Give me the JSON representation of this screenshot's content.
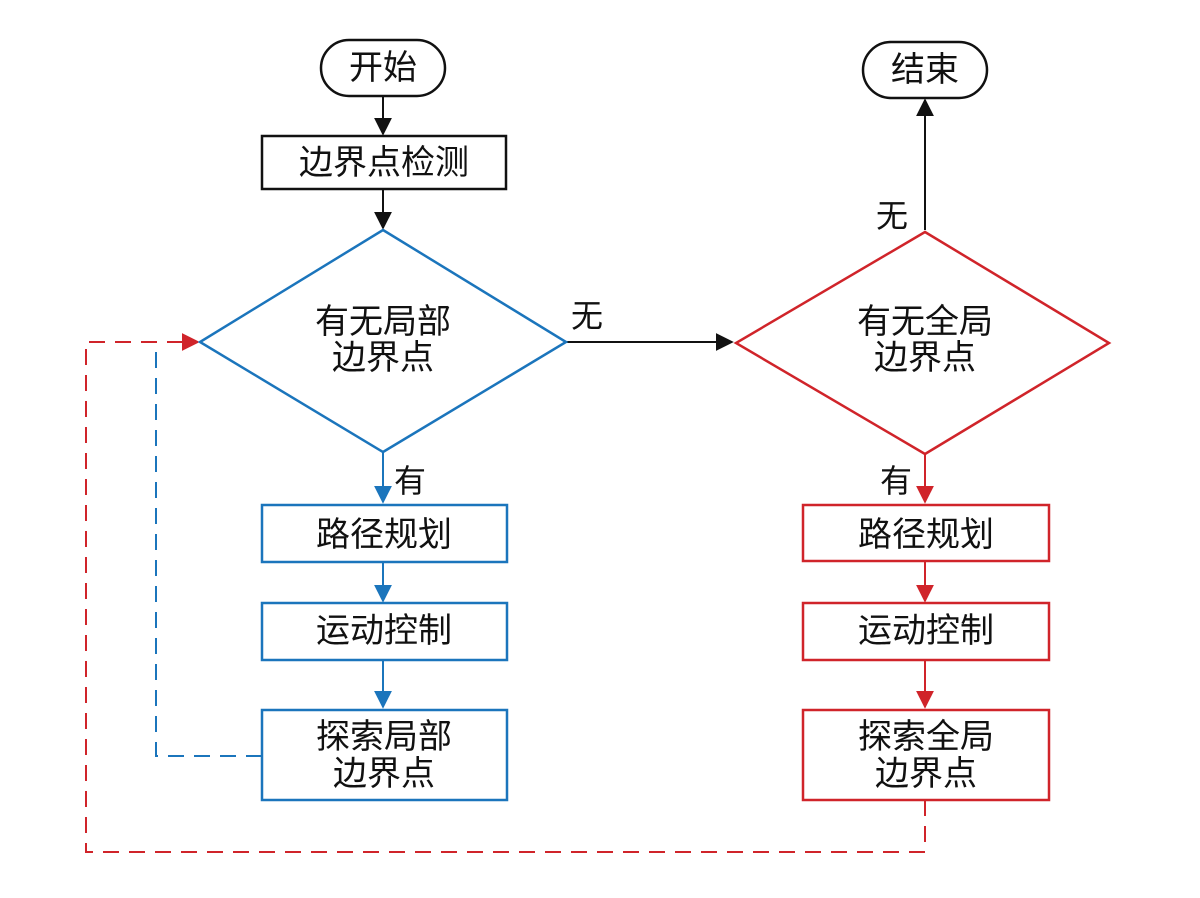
{
  "colors": {
    "black": "#111111",
    "blue": "#1b75bc",
    "red": "#d0242a"
  },
  "nodes": {
    "start": "开始",
    "end": "结束",
    "detect": "边界点检测",
    "local_decision": {
      "line1": "有无局部",
      "line2": "边界点"
    },
    "global_decision": {
      "line1": "有无全局",
      "line2": "边界点"
    },
    "local_path": "路径规划",
    "local_motion": "运动控制",
    "local_explore": {
      "line1": "探索局部",
      "line2": "边界点"
    },
    "global_path": "路径规划",
    "global_motion": "运动控制",
    "global_explore": {
      "line1": "探索全局",
      "line2": "边界点"
    }
  },
  "edge_labels": {
    "local_no": "无",
    "local_yes": "有",
    "global_no": "无",
    "global_yes": "有"
  }
}
